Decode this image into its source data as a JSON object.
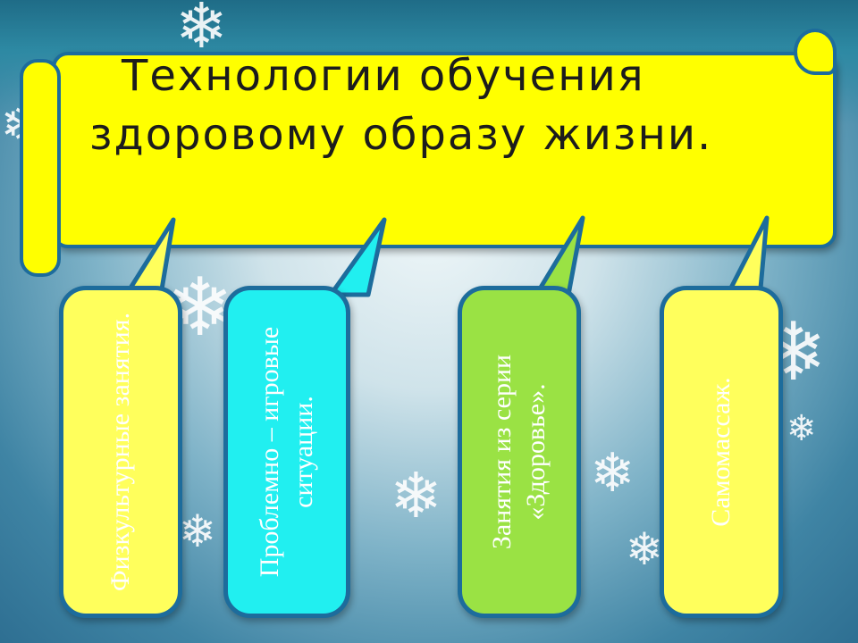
{
  "slide": {
    "title_line1": "Технологии обучения",
    "title_line2": "здоровому образу жизни."
  },
  "bubbles": [
    {
      "text": "Физкультурные занятия.",
      "color": "#ffff5c"
    },
    {
      "text": "Проблемно – игровые ситуации.",
      "color": "#21eff0"
    },
    {
      "text": "Занятия из серии «Здоровье».",
      "color": "#9ae244"
    },
    {
      "text": "Самомассаж.",
      "color": "#ffff5c"
    }
  ],
  "colors": {
    "banner": "#ffff00",
    "border": "#1d6c9c",
    "background": "#7fb3c8"
  },
  "decor": {
    "snowflake_glyph": "❄"
  }
}
